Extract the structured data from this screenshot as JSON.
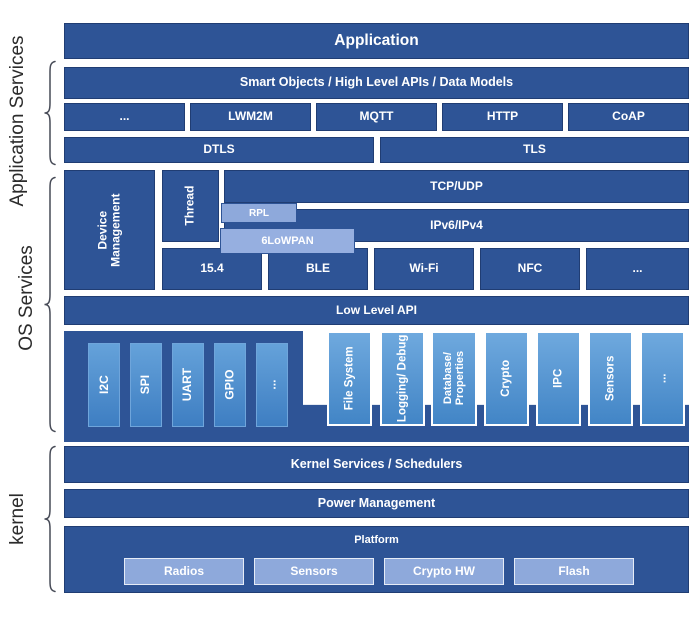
{
  "left_rail": {
    "application_services": "Application Services",
    "os_services": "OS Services",
    "kernel": "kernel"
  },
  "application_layer": {
    "application": "Application",
    "smart_objects": "Smart Objects / High Level APIs / Data Models",
    "protocols": [
      "...",
      "LWM2M",
      "MQTT",
      "HTTP",
      "CoAP"
    ],
    "dtls": "DTLS",
    "tls": "TLS"
  },
  "network_layer": {
    "device_management": "Device Management",
    "thread": "Thread",
    "tcp_udp": "TCP/UDP",
    "rpl": "RPL",
    "ipv6_ipv4": "IPv6/IPv4",
    "sixlowpan": "6LoWPAN",
    "phy": [
      "15.4",
      "BLE",
      "Wi-Fi",
      "NFC",
      "..."
    ],
    "low_level_api": "Low Level API"
  },
  "driver_layer": {
    "peripherals": [
      "I2C",
      "SPI",
      "UART",
      "GPIO",
      "..."
    ],
    "modules": [
      "File System",
      "Logging/ Debug",
      "Database/ Properties",
      "Crypto",
      "IPC",
      "Sensors",
      "..."
    ]
  },
  "kernel_layer": {
    "kernel_services": "Kernel Services / Schedulers",
    "power_management": "Power Management",
    "platform": "Platform",
    "hardware": [
      "Radios",
      "Sensors",
      "Crypto HW",
      "Flash"
    ]
  },
  "colors": {
    "dark_blue": "#2E5496",
    "dark_blue_border": "#203D73",
    "light_periwinkle": "#8EA9DB",
    "gradient_blue_top": "#65A2DA",
    "gradient_blue_bottom": "#3E7EC2",
    "text_on_blue": "#FFFFFF",
    "label_text": "#2B2B2B"
  }
}
